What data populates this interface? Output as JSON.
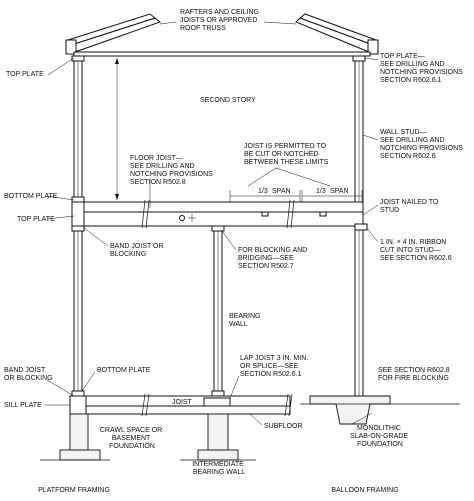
{
  "labels": {
    "rafters": [
      "RAFTERS AND CEILING",
      "JOISTS OR APPROVED",
      "ROOF TRUSS"
    ],
    "top_plate_left": "TOP PLATE",
    "top_plate_right": [
      "TOP PLATE—",
      "SEE DRILLING AND",
      "NOTCHING PROVISIONS",
      "SECTION R602.6.1"
    ],
    "second_story": "SECOND STORY",
    "joist_permitted": [
      "JOIST IS PERMITTED TO",
      "BE CUT OR NOTCHED",
      "BETWEEN THESE LIMITS"
    ],
    "wall_stud": [
      "WALL STUD—",
      "SEE DRILLING AND",
      "NOTCHING PROVISIONS",
      "SECTION R602.6"
    ],
    "floor_joist": [
      "FLOOR JOIST—",
      "SEE DRILLING AND",
      "NOTCHING PROVISIONS",
      "SECTION R502.8"
    ],
    "span_left": "SPAN",
    "span_right": "SPAN",
    "span_fraction": "1/3",
    "bottom_plate_upper": "BOTTOM PLATE",
    "top_plate_mid": "TOP PLATE",
    "joist_nailed": [
      "JOIST NAILED TO",
      "STUD"
    ],
    "band_joist_mid": [
      "BAND JOIST OR",
      "BLOCKING"
    ],
    "blocking_bridging": [
      "FOR BLOCKING AND",
      "BRIDGING—SEE",
      "SECTION R502.7"
    ],
    "ribbon": [
      "1 IN. × 4 IN. RIBBON",
      "CUT INTO STUD—",
      "SEE SECTION R602.6"
    ],
    "bearing_wall": [
      "BEARING",
      "WALL"
    ],
    "lap_joist": [
      "LAP JOIST 3 IN. MIN.",
      "OR SPLICE—SEE",
      "SECTION R502.6.1"
    ],
    "band_joist_low": [
      "BAND JOIST",
      "OR BLOCKING"
    ],
    "bottom_plate_low": "BOTTOM PLATE",
    "fire_blocking": [
      "SEE SECTION R602.8",
      "FOR FIRE BLOCKING"
    ],
    "sill_plate": "SILL PLATE",
    "joist": "JOIST",
    "crawl_space": [
      "CRAWL SPACE OR",
      "BASEMENT",
      "FOUNDATION"
    ],
    "subfloor": "SUBFLOOR",
    "intermediate_bearing": [
      "INTERMEDIATE",
      "BEARING WALL"
    ],
    "monolithic": [
      "MONOLITHIC",
      "SLAB-ON-GRADE",
      "FOUNDATION"
    ],
    "platform_framing": "PLATFORM FRAMING",
    "balloon_framing": "BALLOON FRAMING"
  }
}
